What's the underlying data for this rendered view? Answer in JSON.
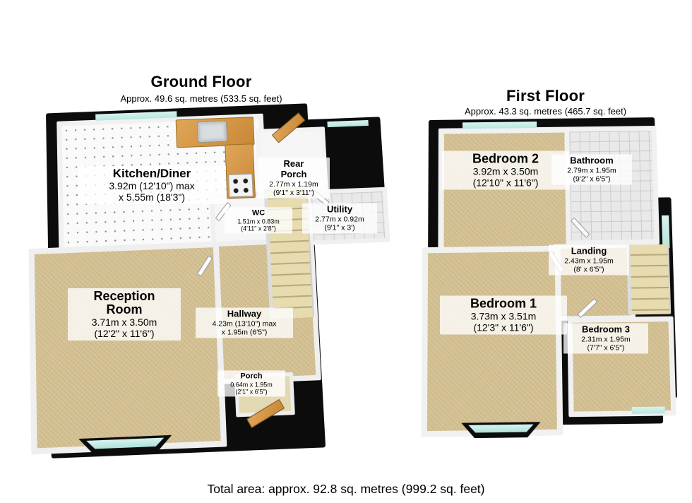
{
  "ground_floor": {
    "title": "Ground Floor",
    "subtitle": "Approx. 49.6 sq. metres (533.5 sq. feet)",
    "rooms": {
      "kitchen": {
        "name": "Kitchen/Diner",
        "line1": "3.92m (12'10\") max",
        "line2": "x 5.55m (18'3\")"
      },
      "rear_porch": {
        "name": "Rear Porch",
        "line1": "2.77m x 1.19m",
        "line2": "(9'1\" x 3'11\")"
      },
      "wc": {
        "name": "WC",
        "line1": "1.51m x 0.83m",
        "line2": "(4'11\" x 2'8\")"
      },
      "utility": {
        "name": "Utility",
        "line1": "2.77m x 0.92m",
        "line2": "(9'1\" x 3')"
      },
      "reception": {
        "name": "Reception Room",
        "line1": "3.71m x 3.50m",
        "line2": "(12'2\" x 11'6\")"
      },
      "hallway": {
        "name": "Hallway",
        "line1": "4.23m (13'10\") max",
        "line2": "x 1.95m (6'5\")"
      },
      "porch": {
        "name": "Porch",
        "line1": "0.64m x 1.95m",
        "line2": "(2'1\" x 6'5\")"
      }
    }
  },
  "first_floor": {
    "title": "First Floor",
    "subtitle": "Approx. 43.3 sq. metres (465.7 sq. feet)",
    "rooms": {
      "bedroom2": {
        "name": "Bedroom 2",
        "line1": "3.92m x 3.50m",
        "line2": "(12'10\" x 11'6\")"
      },
      "bathroom": {
        "name": "Bathroom",
        "line1": "2.79m x 1.95m",
        "line2": "(9'2\" x 6'5\")"
      },
      "landing": {
        "name": "Landing",
        "line1": "2.43m x 1.95m",
        "line2": "(8' x 6'5\")"
      },
      "bedroom1": {
        "name": "Bedroom 1",
        "line1": "3.73m x 3.51m",
        "line2": "(12'3\" x 11'6\")"
      },
      "bedroom3": {
        "name": "Bedroom 3",
        "line1": "2.31m x 1.95m",
        "line2": "(7'7\" x 6'5\")"
      }
    }
  },
  "footer": {
    "total_area": "Total area: approx. 92.8 sq. metres (999.2 sq. feet)"
  },
  "colors": {
    "wall": "#0c0c0c",
    "carpet": "#d3bf90",
    "window_glass": "#bfe9e3",
    "counter_wood": "#d49540",
    "stairs": "#ddd0a6",
    "label_bg": "rgba(255,255,255,0.78)"
  }
}
